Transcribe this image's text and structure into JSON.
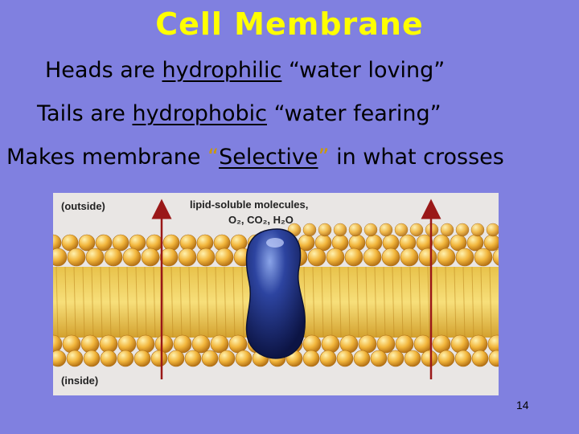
{
  "slide": {
    "title": "Cell Membrane",
    "line1": {
      "prefix": "Heads are ",
      "term": "hydrophilic",
      "suffix": " “water loving”"
    },
    "line2": {
      "prefix": "Tails are ",
      "term": "hydrophobic",
      "suffix": " “water fearing”"
    },
    "line3": {
      "prefix": "Makes membrane ",
      "open_quote": "“",
      "term": "Selective",
      "close_quote": "”",
      "suffix": " in what crosses"
    },
    "page_number": "14"
  },
  "figure": {
    "label_outside": "(outside)",
    "label_inside": "(inside)",
    "label_molecules": "lipid-soluble molecules,",
    "label_formulas": "O₂, CO₂, H₂O"
  },
  "colors": {
    "background": "#8080e0",
    "title": "#ffff00",
    "quote_accent": "#cc9900",
    "lipid_head": "#f2b63c",
    "protein": "#1f2f7a",
    "arrow": "#9a1818"
  }
}
